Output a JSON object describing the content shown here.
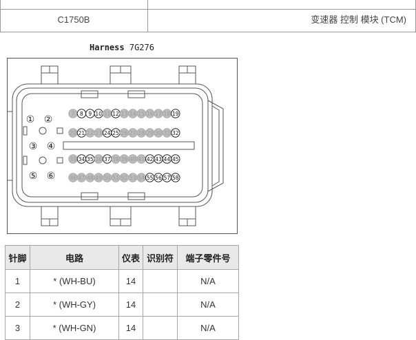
{
  "top_table": {
    "code": "C1750B",
    "description": "变速器 控制 模块 (TCM)"
  },
  "harness": {
    "label_bold": "Harness",
    "label_code": "7G276"
  },
  "connector": {
    "left_pins": [
      "①",
      "②",
      "③",
      "④",
      "⑤",
      "⑥"
    ],
    "row1": [
      "7",
      "8",
      "9",
      "10",
      "11",
      "12",
      "13",
      "14",
      "15",
      "16",
      "17",
      "18",
      "19"
    ],
    "row2": [
      "20",
      "21",
      "22",
      "23",
      "24",
      "25",
      "26",
      "27",
      "28",
      "29",
      "30",
      "31",
      "32"
    ],
    "row3": [
      "33",
      "34",
      "35",
      "36",
      "37",
      "38",
      "39",
      "40",
      "41",
      "42",
      "43",
      "44",
      "45"
    ],
    "row4": [
      "46",
      "47",
      "48",
      "49",
      "50",
      "51",
      "52",
      "53",
      "54",
      "55",
      "56",
      "57",
      "58"
    ],
    "open_pins": [
      "8",
      "9",
      "10",
      "12",
      "19",
      "21",
      "24",
      "25",
      "32",
      "34",
      "35",
      "37",
      "42",
      "43",
      "44",
      "45",
      "55",
      "56",
      "57",
      "58"
    ]
  },
  "pin_table": {
    "headers": [
      "针脚",
      "电路",
      "仪表",
      "识别符",
      "端子零件号"
    ],
    "rows": [
      {
        "pin": "1",
        "circuit": "* (WH-BU)",
        "gauge": "14",
        "id": "",
        "part": "N/A"
      },
      {
        "pin": "2",
        "circuit": "* (WH-GY)",
        "gauge": "14",
        "id": "",
        "part": "N/A"
      },
      {
        "pin": "3",
        "circuit": "* (WH-GN)",
        "gauge": "14",
        "id": "",
        "part": "N/A"
      }
    ]
  }
}
